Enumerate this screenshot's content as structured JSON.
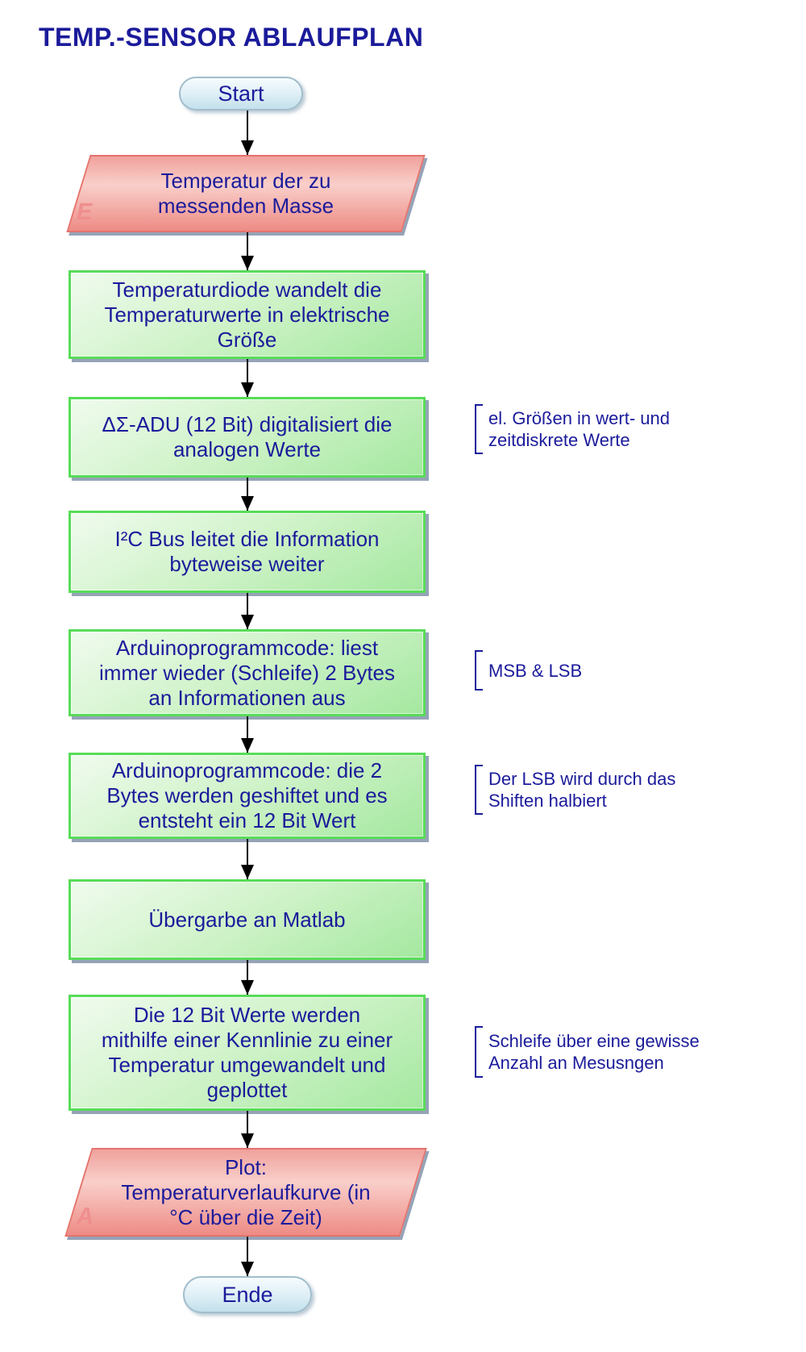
{
  "title": "TEMP.-SENSOR ABLAUFPLAN",
  "nodes": [
    {
      "id": "start",
      "type": "terminator",
      "label": "Start"
    },
    {
      "id": "input-temperature",
      "type": "io",
      "corner_label": "E",
      "label": "Temperatur der zu\nmessenden Masse"
    },
    {
      "id": "process-temperature-diode",
      "type": "process",
      "label": "Temperaturdiode wandelt die\nTemperaturwerte in elektrische\nGröße"
    },
    {
      "id": "process-adc",
      "type": "process",
      "label": "ΔΣ-ADU (12 Bit) digitalisiert die\nanalogen Werte",
      "annotation": "el. Größen in wert- und\nzeitdiskrete Werte"
    },
    {
      "id": "process-i2c-bus",
      "type": "process",
      "label": "I²C Bus leitet die Information\nbyteweise weiter"
    },
    {
      "id": "process-arduino-read",
      "type": "process",
      "label": "Arduinoprogrammcode: liest\nimmer wieder (Schleife) 2 Bytes\nan Informationen aus",
      "annotation": "MSB & LSB"
    },
    {
      "id": "process-arduino-shift",
      "type": "process",
      "label": "Arduinoprogrammcode: die 2\nBytes werden geshiftet und es\nentsteht ein 12 Bit Wert",
      "annotation": "Der LSB wird durch das\nShiften halbiert"
    },
    {
      "id": "process-matlab-handover",
      "type": "process",
      "label": "Übergarbe an Matlab"
    },
    {
      "id": "process-plot-conversion",
      "type": "process",
      "label": "Die 12 Bit Werte werden\nmithilfe einer Kennlinie zu einer\nTemperatur umgewandelt und\ngeplottet",
      "annotation": "Schleife über eine gewisse\nAnzahl an Mesusngen"
    },
    {
      "id": "output-plot",
      "type": "io",
      "corner_label": "A",
      "label": "Plot:\nTemperaturverlaufkurve (in\n°C über die Zeit)"
    },
    {
      "id": "end",
      "type": "terminator",
      "label": "Ende"
    }
  ],
  "colors": {
    "text": "#1b1b9b",
    "arrow": "#000000",
    "shadow": "#95a3b7",
    "process_border": "#58dc58",
    "process_fill_light": "#f0fbee",
    "process_fill_mid": "#cdf2c6",
    "process_fill_dark": "#a4e8a0",
    "io_border": "#e5736c",
    "io_fill_top": "#f0a19c",
    "io_fill_light": "#f9cfca",
    "io_fill_dark": "#ee8b85",
    "terminator_border": "#a2becc",
    "terminator_fill_light": "#f6fcfe",
    "terminator_fill_dark": "#c2e0ec",
    "corner_label": "#ef8e8e"
  }
}
